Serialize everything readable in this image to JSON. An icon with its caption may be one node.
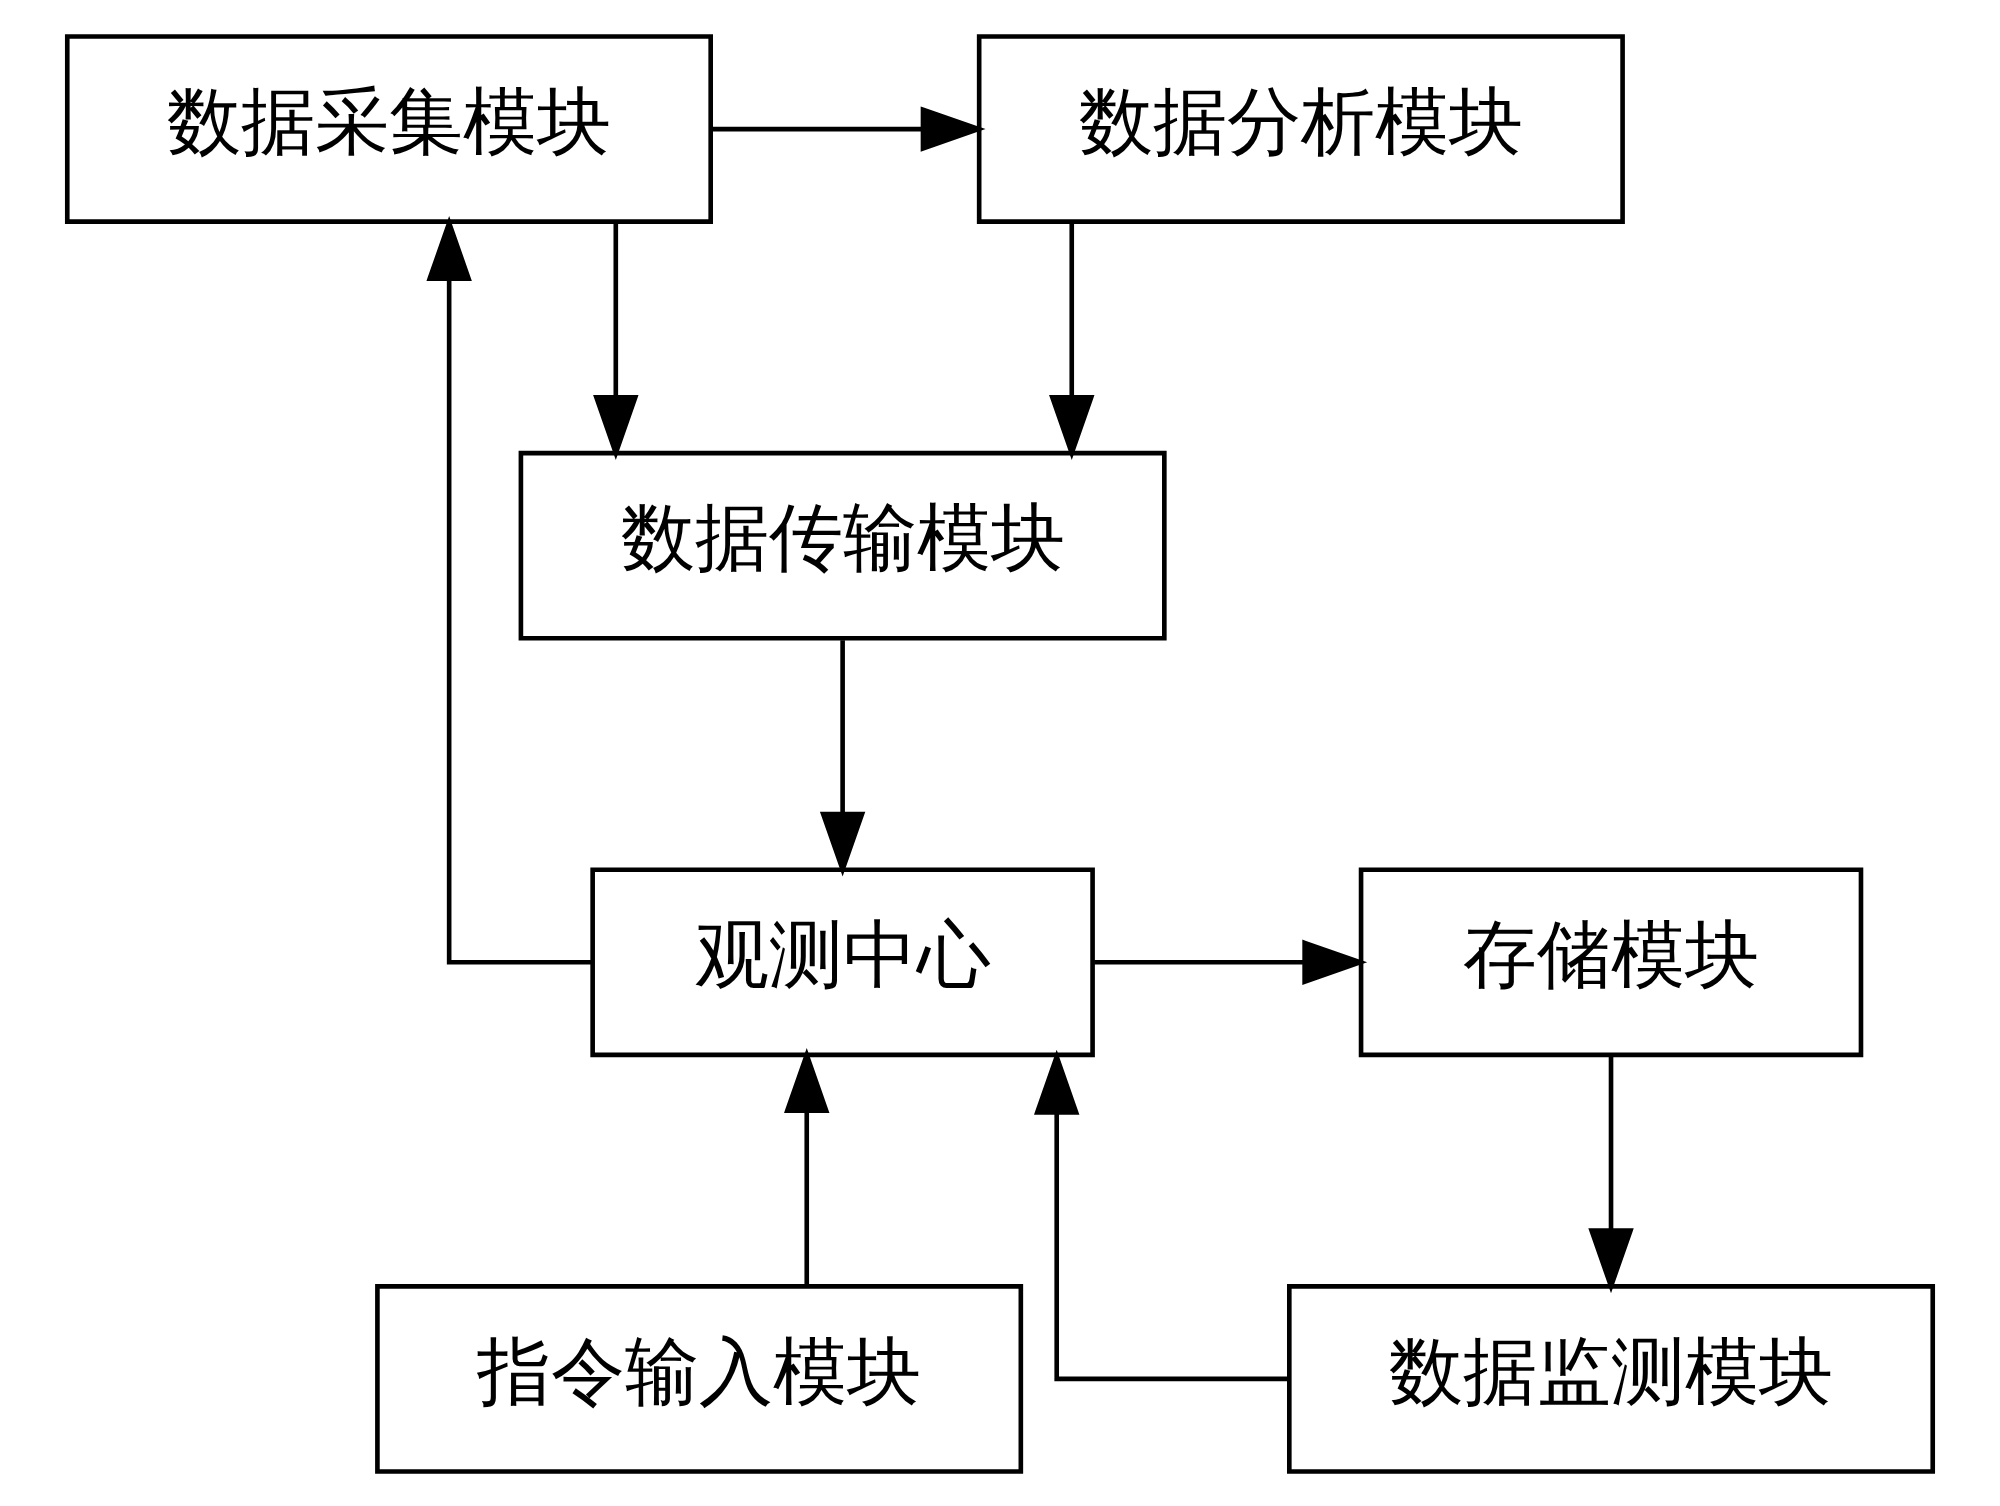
{
  "diagram": {
    "nodes": [
      {
        "text": [
          "数据采集模块"
        ]
      },
      {
        "text": [
          "数据分析模块"
        ]
      },
      {
        "text": [
          "数据传输模块"
        ]
      },
      {
        "text": [
          "观测中心"
        ]
      },
      {
        "text": [
          "存储模块"
        ]
      },
      {
        "text": [
          "指令输入模块"
        ]
      },
      {
        "text": [
          "数据监测模块"
        ]
      }
    ],
    "edges": [
      {
        "from": 0,
        "to": 1,
        "arrow": "to"
      },
      {
        "from": 0,
        "to": 2,
        "arrow": "to"
      },
      {
        "from": 1,
        "to": 2,
        "arrow": "to"
      },
      {
        "from": 2,
        "to": 3,
        "arrow": "to"
      },
      {
        "from": 3,
        "to": 0,
        "arrow": "to"
      },
      {
        "from": 3,
        "to": 4,
        "arrow": "to"
      },
      {
        "from": 4,
        "to": 6,
        "arrow": "to"
      },
      {
        "from": 5,
        "to": 3,
        "arrow": "to"
      },
      {
        "from": 6,
        "to": 3,
        "arrow": "to"
      }
    ]
  }
}
